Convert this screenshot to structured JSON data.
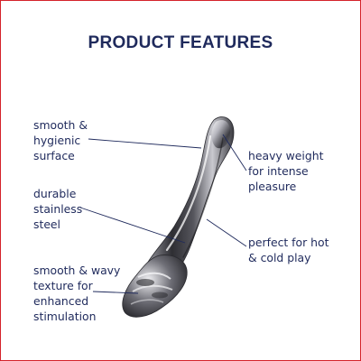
{
  "header": {
    "title": "PRODUCT FEATURES"
  },
  "features": {
    "smooth": [
      "smooth &",
      "hygienic",
      "surface"
    ],
    "durable": [
      "durable",
      "stainless",
      "steel"
    ],
    "texture": [
      "smooth & wavy",
      "texture for",
      "enhanced",
      "stimulation"
    ],
    "heavy": [
      "heavy weight",
      "for intense",
      "pleasure"
    ],
    "hot_cold": [
      "perfect for hot",
      "& cold play"
    ]
  },
  "colors": {
    "text": "#1f2a5c",
    "border": "#d5232b",
    "steel_dark": "#2b2b30",
    "steel_light": "#e9e9ee"
  }
}
